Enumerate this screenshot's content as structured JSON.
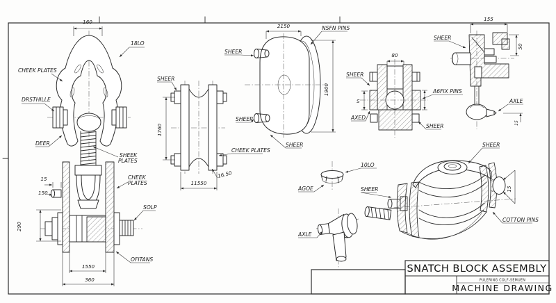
{
  "colors": {
    "ink": "#2d2d2d",
    "paper": "#fdfdfc",
    "hatch": "#4a4a4a"
  },
  "title_block": {
    "title": "SNATCH BLOCK ASSEMBLY",
    "credit": "PULERING COLF-SEMUEN",
    "subtitle": "MACHINE DRAWING"
  },
  "shackle": {
    "dim_width": "160",
    "lbl_bow": "18LO",
    "lbl_cheek_plates": "CHEEK PLATES",
    "lbl_pin": "DRSTHILLE",
    "lbl_body": "DEER",
    "lbl_sheek_1": "SHEEK",
    "lbl_sheek_2": "PLATES"
  },
  "swivel": {
    "lbl_cheek_1": "CHEEK",
    "lbl_cheek_2": "PLATES",
    "lbl_solp": "SOLP",
    "lbl_ofitans": "OFITANS",
    "dim_15": "15",
    "dim_150": "150",
    "dim_290": "290",
    "dim_1550": "1550",
    "dim_360": "360"
  },
  "sheave_side": {
    "lbl_sheer": "SHEER",
    "lbl_sheer_pin_top": "SHEER",
    "lbl_sheer_pin_bottom": "SHEER",
    "lbl_cheek_plates": "CHEEK PLATES",
    "dim_1760": "1760",
    "dim_11550": "11550",
    "dim_1650": "16.50"
  },
  "sheave_front": {
    "dim_2150": "2150",
    "lbl_pins": "NSFN PINS",
    "dim_1900": "1900",
    "lbl_sheer": "SHEER"
  },
  "axle_section": {
    "dim_80": "80",
    "lbl_sheer_top": "SHEER",
    "lbl_s": "S",
    "lbl_axed": "AXED",
    "lbl_pins": "A6FIX PINS",
    "lbl_sheer_bottom": "SHEER"
  },
  "bracket": {
    "dim_155": "155",
    "lbl_sheer": "SHEER",
    "dim_50": "50",
    "lbl_axle": "AXLE",
    "dim_15": "15"
  },
  "cap": {
    "lbl_10lo": "10LO",
    "lbl_agoe": "AGOE"
  },
  "axle_pin": {
    "lbl_axle": "AXLE",
    "lbl_sheer": "SHEER"
  },
  "block_assembly": {
    "lbl_sheer": "SHEER",
    "dim_15": "15",
    "lbl_cotton_pins": "COTTON PINS"
  }
}
